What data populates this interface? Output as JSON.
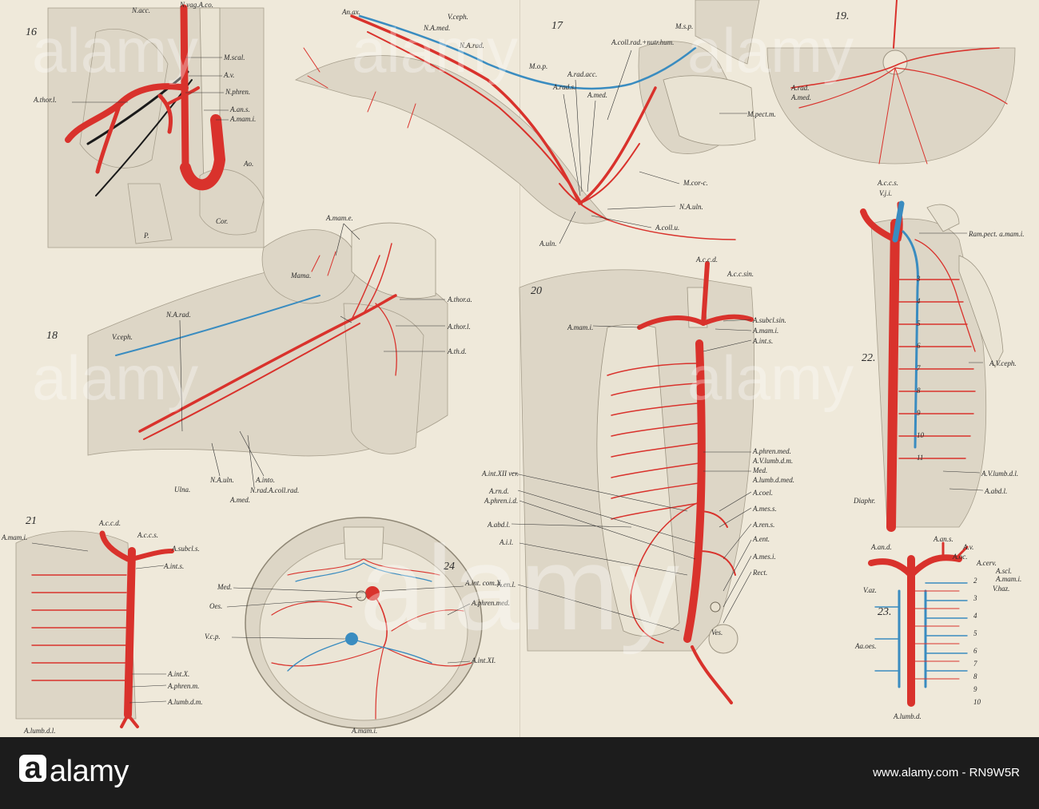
{
  "image": {
    "source_watermark": "alamy",
    "stock_id": "www.alamy.com - RN9W5R"
  },
  "figures": {
    "fig16": {
      "number": "16",
      "labels": [
        "N.vag.A.co.",
        "N.acc.",
        "M.scal.",
        "A.v.",
        "A.thor.l.",
        "N.phren.",
        "A.an.s.",
        "A.mam.i.",
        "Ao.",
        "Cor.",
        "P."
      ]
    },
    "fig17": {
      "number": "17",
      "labels": [
        "An.ax.",
        "V.ceph.",
        "N.A.med.",
        "N.A.rad.",
        "A.coll.rad.+nutr.hum.",
        "M.s.p.",
        "M.o.p.",
        "A.rad.acc.",
        "A.rad.s.",
        "A.med.",
        "M.pect.m.",
        "M.cor-c.",
        "N.A.uln.",
        "A.coll.u.",
        "A.uln."
      ]
    },
    "fig18": {
      "number": "18",
      "labels": [
        "A.mam.e.",
        "Mama.",
        "N.A.rad.",
        "V.ceph.",
        "A.thor.a.",
        "A.thor.l.",
        "A.th.d.",
        "N.A.uln.",
        "A.into.",
        "N.rad.A.coll.rad.",
        "A.med.",
        "Ulna."
      ]
    },
    "fig19": {
      "number": "19.",
      "labels": [
        "A.rad.",
        "A.med."
      ]
    },
    "fig20": {
      "number": "20",
      "labels": [
        "A.c.c.d.",
        "A.c.c.sin.",
        "A.mam.i.",
        "A.subcl.sin.",
        "A.mam.i.",
        "A.int.s.",
        "A.phren.med.",
        "A.V.lumb.d.m.",
        "Med.",
        "A.lumb.d.med.",
        "A.int.XII vcr.",
        "A.rn.d.",
        "A.phren.i.d.",
        "A.coel.",
        "A.mes.s.",
        "A.abd.l.",
        "A.ren.s.",
        "A.ent.",
        "A.i.l.",
        "A.mes.i.",
        "Rect.",
        "A.en.l.",
        "Ves."
      ]
    },
    "fig21": {
      "number": "21",
      "labels": [
        "A.c.c.d.",
        "A.c.c.s.",
        "A.mam.i.",
        "A.subcl.s.",
        "A.int.s.",
        "A.int.X.",
        "A.phren.m.",
        "A.lumb.d.m.",
        "A.lumb.d.l."
      ]
    },
    "fig22": {
      "number": "22.",
      "labels": [
        "A.c.c.s.",
        "V.j.i.",
        "Ram.pect. a.mam.i.",
        "A.V.ceph.",
        "A.V.lumb.d.l.",
        "A.abd.l.",
        "Diaphr."
      ],
      "ribs": [
        "3",
        "4",
        "5",
        "6",
        "7",
        "8",
        "9",
        "10",
        "11"
      ]
    },
    "fig23": {
      "number": "23.",
      "labels": [
        "A.an.d.",
        "A.an.s.",
        "A.v.",
        "A.oc.",
        "A.cerv.",
        "A.scl.",
        "A.mam.i.",
        "V.az.",
        "V.haz.",
        "Aa.oes.",
        "A.lumb.d."
      ],
      "ribs": [
        "2",
        "3",
        "4",
        "5",
        "6",
        "7",
        "8",
        "9",
        "10"
      ]
    },
    "fig24": {
      "number": "24",
      "labels": [
        "Med.",
        "Oes.",
        "V.c.p.",
        "A.int. com.X.",
        "A.phren.med.",
        "A.int.XI.",
        "A.mam.i."
      ]
    }
  },
  "colors": {
    "artery": "#d9322c",
    "vein": "#3a8cc0",
    "nerve": "#1a1a1a",
    "plate_background": "#efe9da",
    "banner": "#1c1c1c"
  },
  "footer": {
    "logo_text": "alamy",
    "image_id": "www.alamy.com - RN9W5R"
  }
}
